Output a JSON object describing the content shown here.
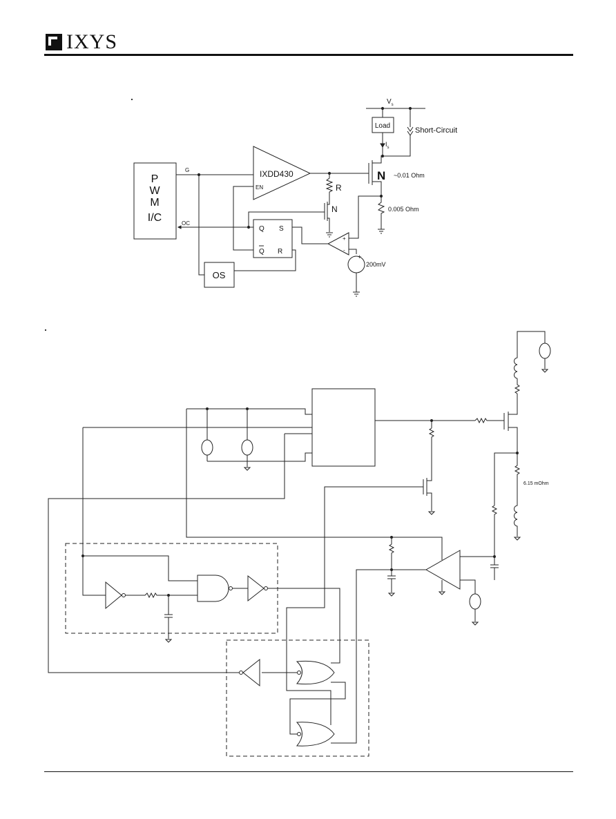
{
  "header": {
    "brand": "IXYS"
  },
  "diagram_top": {
    "pwm": [
      "P",
      "W",
      "M",
      "I/C"
    ],
    "pin_g": "G",
    "pin_oc": "OC",
    "driver": "IXDD430",
    "driver_en": "EN",
    "resistor_r": "R",
    "mosfet_n": "N",
    "main_n": "N",
    "rds": "~0.01 Ohm",
    "sense": "0.005 Ohm",
    "vs": "V",
    "vs_sub": "s",
    "load": "Load",
    "short": "Short-Circuit",
    "is": "I",
    "is_sub": "s",
    "ff_q": "Q",
    "ff_s": "S",
    "ff_qbar": "Q",
    "ff_r": "R",
    "os": "OS",
    "vref": "200mV",
    "plus": "+",
    "minus": "-"
  },
  "diagram_bottom": {
    "sense_res": "6.15 mOhm"
  }
}
